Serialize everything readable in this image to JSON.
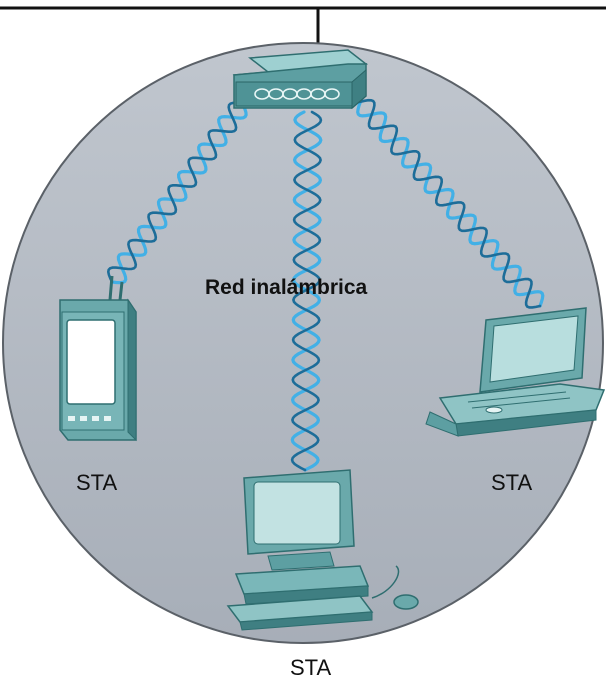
{
  "diagram": {
    "network_label": "Red inalámbrica",
    "stations": [
      {
        "label": "STA",
        "device": "pda-icon"
      },
      {
        "label": "STA",
        "device": "laptop-icon"
      },
      {
        "label": "STA",
        "device": "desktop-computer-icon"
      }
    ],
    "access_point": "access-point-icon"
  },
  "colors": {
    "circle_fill": "#b1b8c2",
    "circle_stroke": "#5b6168",
    "device_fill": "#6aa9ab",
    "device_dark": "#3f7f82",
    "device_light": "#b6dcdc",
    "wave_light": "#42b0e6",
    "wave_dark": "#1d6d99"
  }
}
